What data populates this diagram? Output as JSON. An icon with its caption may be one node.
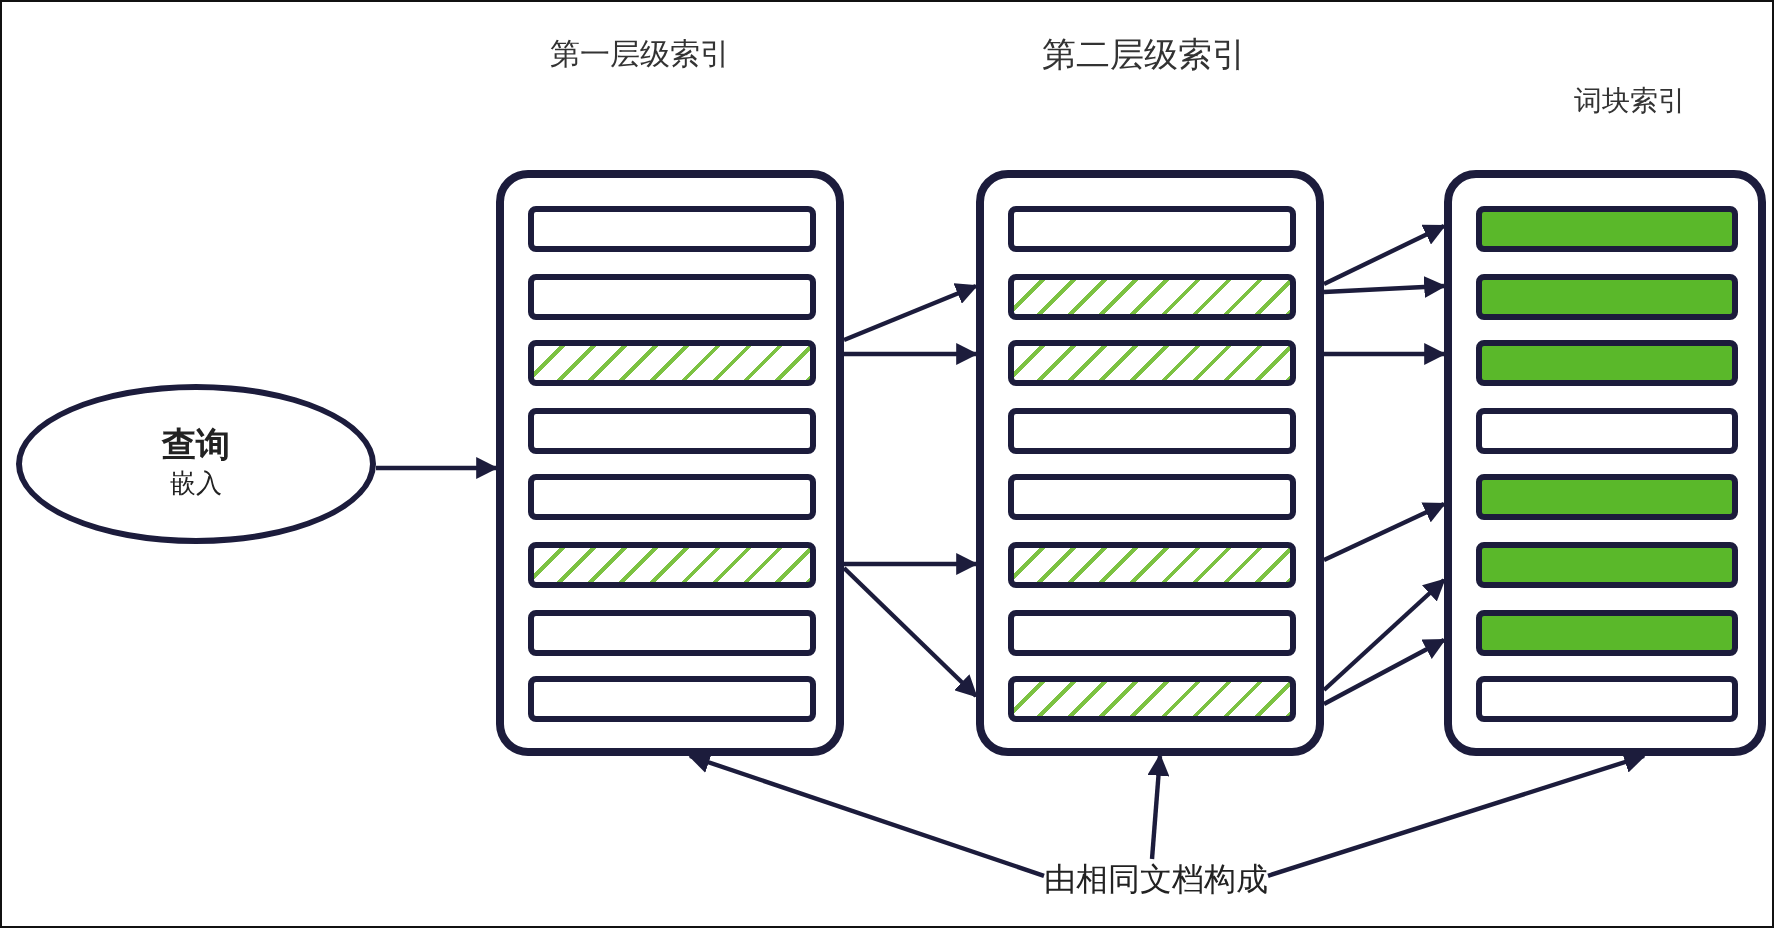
{
  "diagram": {
    "nodes": [
      {
        "text": [
          "查询",
          "嵌入"
        ]
      },
      {
        "text": [
          "第一层级索引"
        ]
      },
      {
        "text": [],
        "shape": "bar",
        "in": 1
      },
      {
        "text": [],
        "shape": "bar",
        "in": 1
      },
      {
        "text": [],
        "shape": "bar",
        "in": 1
      },
      {
        "text": [],
        "shape": "bar",
        "in": 1
      },
      {
        "text": [],
        "shape": "bar",
        "in": 1
      },
      {
        "text": [],
        "shape": "bar",
        "in": 1
      },
      {
        "text": [],
        "shape": "bar",
        "in": 1
      },
      {
        "text": [],
        "shape": "bar",
        "in": 1
      },
      {
        "text": [
          "第二层级索引"
        ]
      },
      {
        "text": [],
        "shape": "bar",
        "in": 10
      },
      {
        "text": [],
        "shape": "bar",
        "in": 10
      },
      {
        "text": [],
        "shape": "bar",
        "in": 10
      },
      {
        "text": [],
        "shape": "bar",
        "in": 10
      },
      {
        "text": [],
        "shape": "bar",
        "in": 10
      },
      {
        "text": [],
        "shape": "bar",
        "in": 10
      },
      {
        "text": [],
        "shape": "bar",
        "in": 10
      },
      {
        "text": [],
        "shape": "bar",
        "in": 10
      },
      {
        "text": [
          "词块索引"
        ]
      },
      {
        "text": [],
        "shape": "bar",
        "in": 19
      },
      {
        "text": [],
        "shape": "bar",
        "in": 19
      },
      {
        "text": [],
        "shape": "bar",
        "in": 19
      },
      {
        "text": [],
        "shape": "bar",
        "in": 19
      },
      {
        "text": [],
        "shape": "bar",
        "in": 19
      },
      {
        "text": [],
        "shape": "bar",
        "in": 19
      },
      {
        "text": [],
        "shape": "bar",
        "in": 19
      },
      {
        "text": [],
        "shape": "bar",
        "in": 19
      },
      {
        "text": [
          "由相同文档构成"
        ]
      }
    ],
    "edges": [
      {
        "from": 0,
        "to": 1,
        "arrow": "to"
      },
      {
        "from": 1,
        "to": 10,
        "arrow": "to"
      },
      {
        "from": 1,
        "to": 10,
        "arrow": "to"
      },
      {
        "from": 1,
        "to": 10,
        "arrow": "to"
      },
      {
        "from": 1,
        "to": 10,
        "arrow": "to"
      },
      {
        "from": 10,
        "to": 19,
        "arrow": "to"
      },
      {
        "from": 10,
        "to": 19,
        "arrow": "to"
      },
      {
        "from": 10,
        "to": 19,
        "arrow": "to"
      },
      {
        "from": 10,
        "to": 19,
        "arrow": "to"
      },
      {
        "from": 10,
        "to": 19,
        "arrow": "to"
      },
      {
        "from": 10,
        "to": 19,
        "arrow": "to"
      },
      {
        "from": 28,
        "to": 1,
        "arrow": "to"
      },
      {
        "from": 28,
        "to": 10,
        "arrow": "to"
      },
      {
        "from": 28,
        "to": 19,
        "arrow": "to"
      }
    ]
  }
}
